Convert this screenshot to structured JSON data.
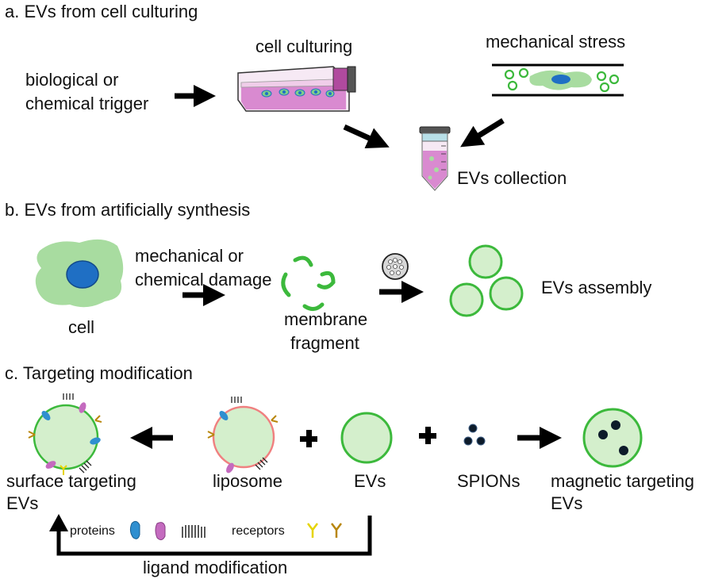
{
  "sections": {
    "a": {
      "title": "a. EVs from cell culturing",
      "trigger_line1": "biological or",
      "trigger_line2": "chemical trigger",
      "culturing": "cell culturing",
      "stress": "mechanical stress",
      "collection": "EVs collection"
    },
    "b": {
      "title": "b. EVs from artificially synthesis",
      "cell": "cell",
      "damage_line1": "mechanical or",
      "damage_line2": "chemical damage",
      "fragment_line1": "membrane",
      "fragment_line2": "fragment",
      "assembly": "EVs assembly"
    },
    "c": {
      "title": "c. Targeting modification",
      "surface_line1": "surface targeting",
      "surface_line2": "EVs",
      "liposome": "liposome",
      "evs": "EVs",
      "spions": "SPIONs",
      "magnetic_line1": "magnetic targeting",
      "magnetic_line2": "EVs",
      "proteins": "proteins",
      "receptors": "receptors",
      "ligand": "ligand modification"
    }
  },
  "colors": {
    "ev_fill": "#d4efcc",
    "ev_stroke": "#3cb93c",
    "cell_body": "#a8dca0",
    "nucleus": "#1f6fc4",
    "flask_pink": "#d98ad0",
    "arrow": "#000000",
    "protein_blue": "#2f8fd0",
    "protein_pink": "#c46bbf",
    "receptor_yellow": "#e6d400",
    "receptor_brown": "#b8860b",
    "liposome_stroke": "#f08080",
    "spion": "#0d1b2a"
  }
}
